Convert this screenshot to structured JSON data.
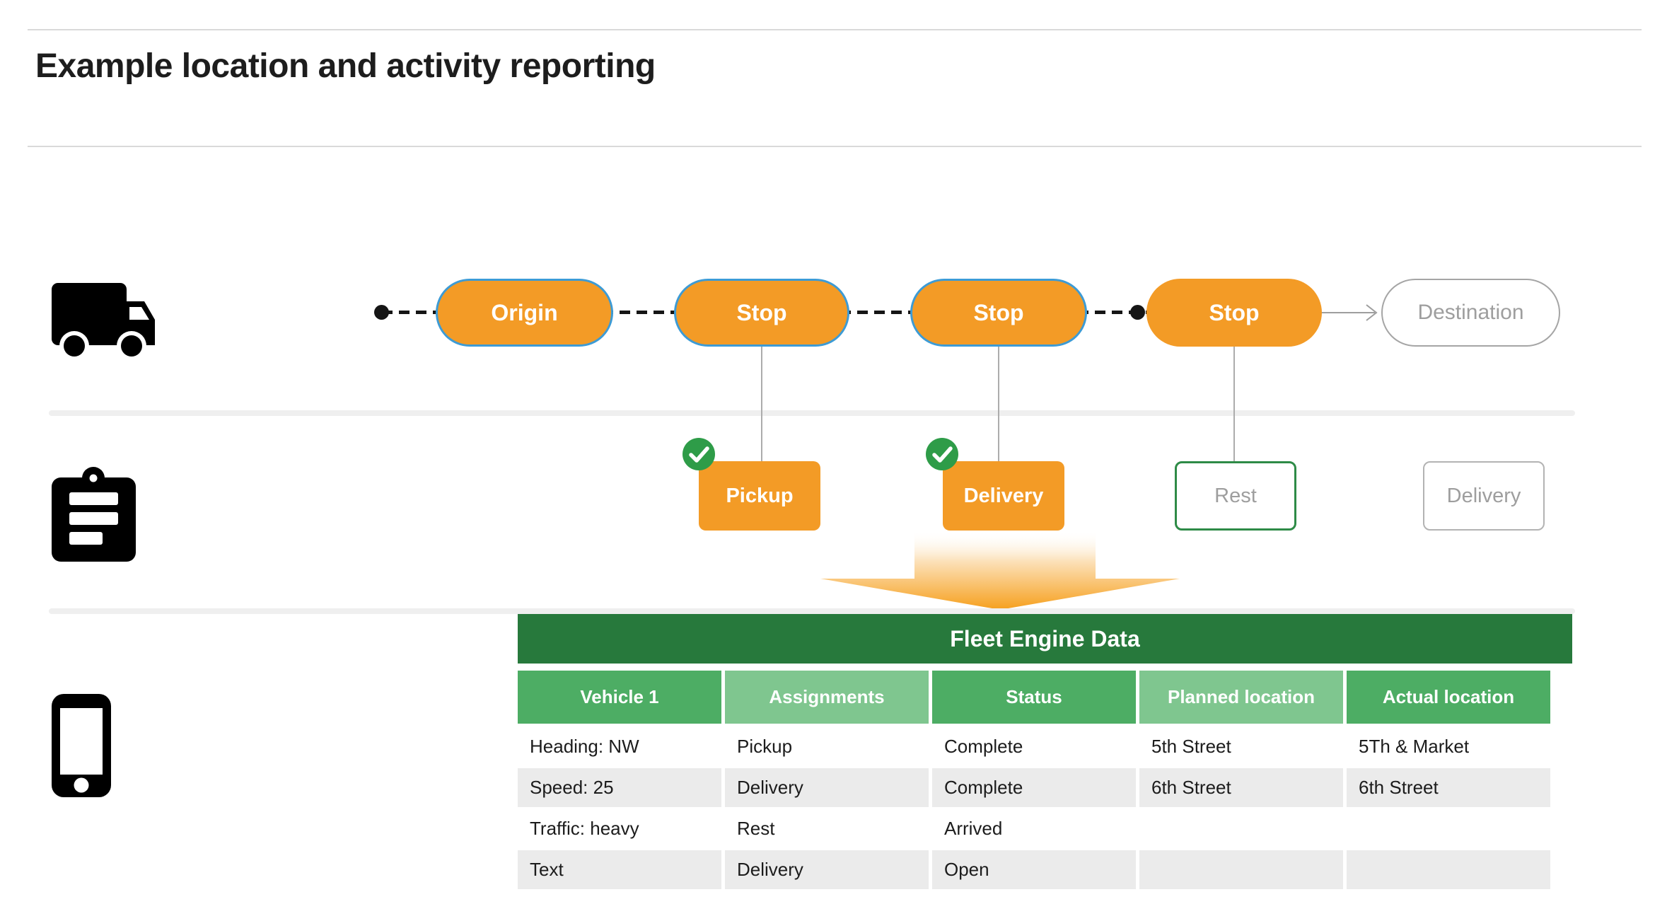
{
  "page": {
    "title": "Example location and activity reporting"
  },
  "route": {
    "nodes": [
      {
        "label": "Origin",
        "style": "orange-blue-outline"
      },
      {
        "label": "Stop",
        "style": "orange-blue-outline"
      },
      {
        "label": "Stop",
        "style": "orange-blue-outline"
      },
      {
        "label": "Stop",
        "style": "orange-plain"
      },
      {
        "label": "Destination",
        "style": "ghost-outline"
      }
    ]
  },
  "activities": {
    "items": [
      {
        "label": "Pickup",
        "checked": true,
        "style": "orange"
      },
      {
        "label": "Delivery",
        "checked": true,
        "style": "orange"
      },
      {
        "label": "Rest",
        "checked": false,
        "style": "green-outline"
      },
      {
        "label": "Delivery",
        "checked": false,
        "style": "gray-outline"
      }
    ]
  },
  "icons": {
    "left_column": [
      "truck-icon",
      "clipboard-icon",
      "phone-icon"
    ],
    "status": [
      "check-circle-icon"
    ]
  },
  "table": {
    "title": "Fleet Engine Data",
    "columns": [
      "Vehicle 1",
      "Assignments",
      "Status",
      "Planned location",
      "Actual location"
    ],
    "rows": [
      [
        "Heading: NW",
        "Pickup",
        "Complete",
        "5th Street",
        "5Th & Market"
      ],
      [
        "Speed: 25",
        "Delivery",
        "Complete",
        "6th Street",
        "6th Street"
      ],
      [
        "Traffic: heavy",
        "Rest",
        "Arrived",
        "",
        ""
      ],
      [
        "Text",
        "Delivery",
        "Open",
        "",
        ""
      ]
    ]
  },
  "colors": {
    "orange": "#F39B26",
    "pill_outline_blue": "#3D9BD5",
    "check_green": "#2E9C48",
    "rest_outline_green": "#2E8B47",
    "table_header_dark_green": "#27793C",
    "table_col_medium_green": "#4DAD64",
    "table_col_light_green": "#7FC68F",
    "row_shade_gray": "#EBEBEB",
    "ghost_text_gray": "#9E9E9E",
    "band_gray": "#EFEFEF"
  }
}
